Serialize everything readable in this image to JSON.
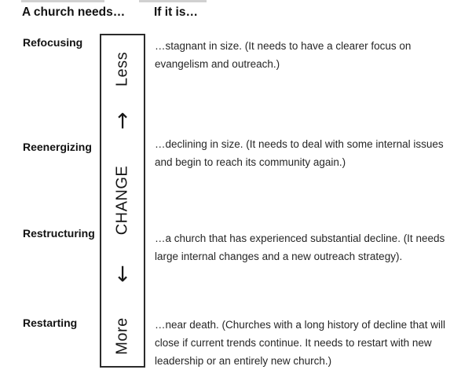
{
  "headers": {
    "left": "A church needs…",
    "right": "If it is…"
  },
  "rows": [
    {
      "label": "Refocusing",
      "description": "…stagnant in size. (It needs to have a clearer focus on\nevangelism and outreach.)"
    },
    {
      "label": "Reenergizing",
      "description": "…declining in size. (It needs to deal with some internal issues\nand begin to reach its community again.)"
    },
    {
      "label": "Restructuring",
      "description": "…a church that has experienced substantial decline. (It needs\nlarge internal changes and a new outreach strategy)."
    },
    {
      "label": "Restarting",
      "description": "…near death. (Churches with a long history of decline that will\nclose if current trends continue. It needs to restart with new\nleadership or an entirely new church.)"
    }
  ],
  "change_scale": {
    "top_label": "Less",
    "middle_label": "CHANGE",
    "bottom_label": "More",
    "up_arrow": "↑",
    "down_arrow": "↓"
  },
  "colors": {
    "background": "#ffffff",
    "text": "#262626",
    "heading_text": "#121212",
    "box_border": "#2b2b2b"
  }
}
